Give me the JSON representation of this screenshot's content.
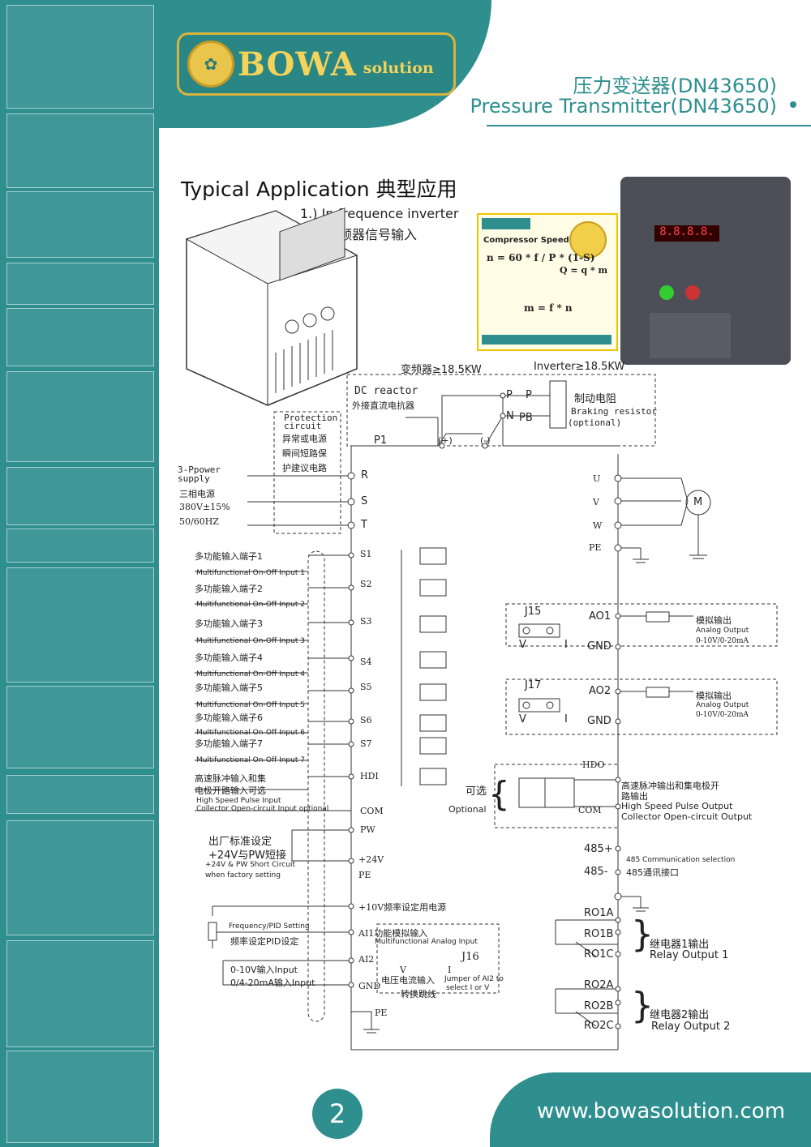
{
  "header": {
    "brand": "BOWA",
    "brand_suffix": "solution",
    "title_cn": "压力变送器(DN43650)",
    "title_en": "Pressure Transmitter(DN43650)"
  },
  "section": {
    "title": "Typical Application 典型应用",
    "subtitle_en": "1.) In frequence inverter",
    "subtitle_cn": "变频器信号输入"
  },
  "panel": {
    "title": "Compressor Speed",
    "formula_n": "n = 60 * f / P * (1-S)",
    "formula_q": "Q = q * m",
    "formula_m": "m = f * n"
  },
  "inverter_display": "8.8.8.8.",
  "diagram": {
    "top_cn": "变频器≥18.5KW",
    "top_en": "Inverter≥18.5KW",
    "dc_reactor_en": "DC reactor",
    "dc_reactor_cn": "外接直流电抗器",
    "brake_cn": "制动电阻",
    "brake_en": "Braking resistor",
    "brake_opt": "(optional)",
    "p1": "P1",
    "plus": "(+)",
    "minus": "(-)",
    "p_left": "P",
    "p_right": "P",
    "n_label": "N",
    "pb_label": "PB",
    "protect_en": "Protection circuit",
    "protect_cn1": "异常或电源",
    "protect_cn2": "瞬间短路保",
    "protect_cn3": "护建议电路",
    "supply_en": "3-Ppower supply",
    "supply_cn": "三相电源",
    "supply_v": "380V±15%",
    "supply_hz": "50/60HZ",
    "rst": [
      "R",
      "S",
      "T"
    ],
    "uvw": [
      "U",
      "V",
      "W",
      "PE"
    ],
    "motor": "M",
    "inputs": [
      {
        "cn": "多功能输入端子1",
        "en": "Multifunctional On-Off Input 1",
        "term": "S1"
      },
      {
        "cn": "多功能输入端子2",
        "en": "Multifunctional On-Off Input 2",
        "term": "S2"
      },
      {
        "cn": "多功能输入端子3",
        "en": "Multifunctional On-Off Input 3",
        "term": "S3"
      },
      {
        "cn": "多功能输入端子4",
        "en": "Multifunctional On-Off Input 4",
        "term": "S4"
      },
      {
        "cn": "多功能输入端子5",
        "en": "Multifunctional On-Off Input 5",
        "term": "S5"
      },
      {
        "cn": "多功能输入端子6",
        "en": "Multifunctional On-Off Input 6",
        "term": "S6"
      },
      {
        "cn": "多功能输入端子7",
        "en": "Multifunctional On-Off Input 7",
        "term": "S7"
      }
    ],
    "hdi_cn1": "高速脉冲输入和集",
    "hdi_cn2": "电极开路输入可选",
    "hdi_en1": "High Speed Pulse Input",
    "hdi_en2": "Collector Open-circuit Input optional",
    "hdi_term": "HDI",
    "com": "COM",
    "pw": "PW",
    "factory_cn1": "出厂标准设定",
    "factory_cn2": "+24V与PW短接",
    "factory_en1": "+24V & PW Short Circuit",
    "factory_en2": "when factory setting",
    "v24": "+24V",
    "pe": "PE",
    "v10": "+10V频率设定用电源",
    "ai1": "AI1功能模拟输入",
    "ai1_en": "Multifunctional Analog Input",
    "freq_en": "Frequency/PID Setting",
    "freq_cn": "频率设定PID设定",
    "ai2": "AI2",
    "in_v": "0-10V输入Input",
    "in_a": "0/4-20mA输入Input",
    "gnd": "GND",
    "j16": "J16",
    "j16_cn1": "电压电流输入",
    "j16_cn2": "转换跳线",
    "j16_en1": "Jumper of AI2 to",
    "j16_en2": "select I or V",
    "vi_v": "V",
    "vi_i": "I",
    "j15": "J15",
    "j17": "J17",
    "ao1": "AO1",
    "ao2": "AO2",
    "ao_cn": "模拟输出",
    "ao_en": "Analog Output",
    "ao_range": "0-10V/0-20mA",
    "hdo": "HDO",
    "optional_cn": "可选",
    "optional_en": "Optional",
    "hdo_cn1": "高速脉冲输出和集电极开",
    "hdo_cn2": "路输出",
    "hdo_en1": "High Speed Pulse Output",
    "hdo_en2": "Collector Open-circuit Output",
    "rs485p": "485+",
    "rs485m": "485-",
    "rs485_en": "485 Communication selection",
    "rs485_cn": "485通讯接口",
    "relay1": [
      "RO1A",
      "RO1B",
      "RO1C"
    ],
    "relay2": [
      "RO2A",
      "RO2B",
      "RO2C"
    ],
    "relay1_cn": "继电器1输出",
    "relay1_en": "Relay Output 1",
    "relay2_cn": "继电器2输出",
    "relay2_en": "Relay Output 2"
  },
  "footer": {
    "page": "2",
    "url": "www.bowasolution.com"
  }
}
